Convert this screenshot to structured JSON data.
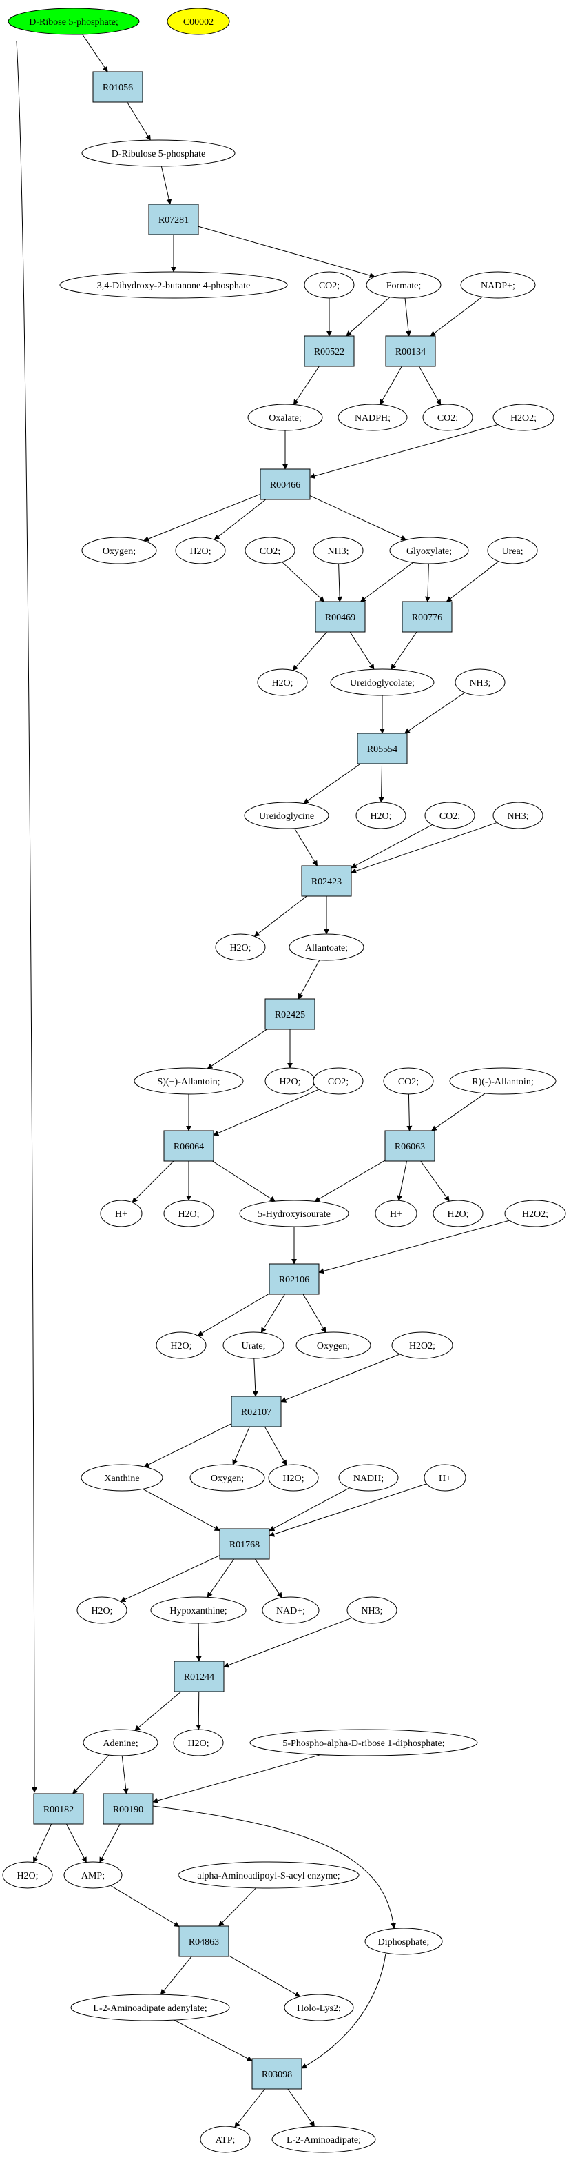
{
  "colors": {
    "compound_fill": "#ffffff",
    "reaction_fill": "#add8e6",
    "start_fill": "#00ff00",
    "highlight_fill": "#ffff00",
    "stroke": "#000000"
  },
  "nodes": [
    {
      "id": "start",
      "label": "D-Ribose 5-phosphate;",
      "kind": "compound",
      "fill": "start"
    },
    {
      "id": "c00002",
      "label": "C00002",
      "kind": "compound",
      "fill": "highlight"
    },
    {
      "id": "r01056",
      "label": "R01056",
      "kind": "reaction"
    },
    {
      "id": "ribose2",
      "label": "D-Ribulose 5-phosphate",
      "kind": "compound"
    },
    {
      "id": "r07281",
      "label": "R07281",
      "kind": "reaction"
    },
    {
      "id": "dhbp",
      "label": "3,4-Dihydroxy-2-butanone 4-phosphate",
      "kind": "compound"
    },
    {
      "id": "formate",
      "label": "Formate;",
      "kind": "compound"
    },
    {
      "id": "co2a",
      "label": "CO2;",
      "kind": "compound"
    },
    {
      "id": "nadpplus",
      "label": "NADP+;",
      "kind": "compound"
    },
    {
      "id": "r00522",
      "label": "R00522",
      "kind": "reaction"
    },
    {
      "id": "r00134",
      "label": "R00134",
      "kind": "reaction"
    },
    {
      "id": "oxalate",
      "label": "Oxalate;",
      "kind": "compound"
    },
    {
      "id": "nadph",
      "label": "NADPH;",
      "kind": "compound"
    },
    {
      "id": "co2b",
      "label": "CO2;",
      "kind": "compound"
    },
    {
      "id": "h2o2a",
      "label": "H2O2;",
      "kind": "compound"
    },
    {
      "id": "r00466",
      "label": "R00466",
      "kind": "reaction"
    },
    {
      "id": "oxygen1",
      "label": "Oxygen;",
      "kind": "compound"
    },
    {
      "id": "h2o1",
      "label": "H2O;",
      "kind": "compound"
    },
    {
      "id": "co2c",
      "label": "CO2;",
      "kind": "compound"
    },
    {
      "id": "nh3a",
      "label": "NH3;",
      "kind": "compound"
    },
    {
      "id": "glyoxylate",
      "label": "Glyoxylate;",
      "kind": "compound"
    },
    {
      "id": "urea",
      "label": "Urea;",
      "kind": "compound"
    },
    {
      "id": "r00469",
      "label": "R00469",
      "kind": "reaction"
    },
    {
      "id": "r00776",
      "label": "R00776",
      "kind": "reaction"
    },
    {
      "id": "h2o2",
      "label": "H2O;",
      "kind": "compound"
    },
    {
      "id": "ureidoglycolate",
      "label": "Ureidoglycolate;",
      "kind": "compound"
    },
    {
      "id": "nh3b",
      "label": "NH3;",
      "kind": "compound"
    },
    {
      "id": "r05554",
      "label": "R05554",
      "kind": "reaction"
    },
    {
      "id": "ureidoglycine",
      "label": "Ureidoglycine",
      "kind": "compound"
    },
    {
      "id": "h2o3",
      "label": "H2O;",
      "kind": "compound"
    },
    {
      "id": "co2d",
      "label": "CO2;",
      "kind": "compound"
    },
    {
      "id": "nh3c",
      "label": "NH3;",
      "kind": "compound"
    },
    {
      "id": "r02423",
      "label": "R02423",
      "kind": "reaction"
    },
    {
      "id": "h2o4",
      "label": "H2O;",
      "kind": "compound"
    },
    {
      "id": "allantoate",
      "label": "Allantoate;",
      "kind": "compound"
    },
    {
      "id": "r02425",
      "label": "R02425",
      "kind": "reaction"
    },
    {
      "id": "sallantoin",
      "label": "S)(+)-Allantoin;",
      "kind": "compound"
    },
    {
      "id": "h2o5",
      "label": "H2O;",
      "kind": "compound"
    },
    {
      "id": "co2e",
      "label": "CO2;",
      "kind": "compound"
    },
    {
      "id": "co2f",
      "label": "CO2;",
      "kind": "compound"
    },
    {
      "id": "rallantoin",
      "label": "R)(-)-Allantoin;",
      "kind": "compound"
    },
    {
      "id": "r06064",
      "label": "R06064",
      "kind": "reaction"
    },
    {
      "id": "r06063",
      "label": "R06063",
      "kind": "reaction"
    },
    {
      "id": "hplus1",
      "label": "H+",
      "kind": "compound"
    },
    {
      "id": "h2o6",
      "label": "H2O;",
      "kind": "compound"
    },
    {
      "id": "hiu",
      "label": "5-Hydroxyisourate",
      "kind": "compound"
    },
    {
      "id": "hplus2",
      "label": "H+",
      "kind": "compound"
    },
    {
      "id": "h2o7",
      "label": "H2O;",
      "kind": "compound"
    },
    {
      "id": "h2o2b",
      "label": "H2O2;",
      "kind": "compound"
    },
    {
      "id": "r02106",
      "label": "R02106",
      "kind": "reaction"
    },
    {
      "id": "h2o8",
      "label": "H2O;",
      "kind": "compound"
    },
    {
      "id": "urate",
      "label": "Urate;",
      "kind": "compound"
    },
    {
      "id": "oxygen2",
      "label": "Oxygen;",
      "kind": "compound"
    },
    {
      "id": "h2o2c",
      "label": "H2O2;",
      "kind": "compound"
    },
    {
      "id": "r02107",
      "label": "R02107",
      "kind": "reaction"
    },
    {
      "id": "xanthine",
      "label": "Xanthine",
      "kind": "compound"
    },
    {
      "id": "oxygen3",
      "label": "Oxygen;",
      "kind": "compound"
    },
    {
      "id": "h2o9",
      "label": "H2O;",
      "kind": "compound"
    },
    {
      "id": "nadh",
      "label": "NADH;",
      "kind": "compound"
    },
    {
      "id": "hplus3",
      "label": "H+",
      "kind": "compound"
    },
    {
      "id": "r01768",
      "label": "R01768",
      "kind": "reaction"
    },
    {
      "id": "h2o10",
      "label": "H2O;",
      "kind": "compound"
    },
    {
      "id": "hypoxanthine",
      "label": "Hypoxanthine;",
      "kind": "compound"
    },
    {
      "id": "nadplus",
      "label": "NAD+;",
      "kind": "compound"
    },
    {
      "id": "nh3d",
      "label": "NH3;",
      "kind": "compound"
    },
    {
      "id": "r01244",
      "label": "R01244",
      "kind": "reaction"
    },
    {
      "id": "adenine",
      "label": "Adenine;",
      "kind": "compound"
    },
    {
      "id": "h2o11",
      "label": "H2O;",
      "kind": "compound"
    },
    {
      "id": "prpp",
      "label": "5-Phospho-alpha-D-ribose 1-diphosphate;",
      "kind": "compound"
    },
    {
      "id": "r00182",
      "label": "R00182",
      "kind": "reaction"
    },
    {
      "id": "r00190",
      "label": "R00190",
      "kind": "reaction"
    },
    {
      "id": "h2o12",
      "label": "H2O;",
      "kind": "compound"
    },
    {
      "id": "amp",
      "label": "AMP;",
      "kind": "compound"
    },
    {
      "id": "aaasenz",
      "label": "alpha-Aminoadipoyl-S-acyl enzyme;",
      "kind": "compound"
    },
    {
      "id": "diphosphate",
      "label": "Diphosphate;",
      "kind": "compound"
    },
    {
      "id": "r04863",
      "label": "R04863",
      "kind": "reaction"
    },
    {
      "id": "laad",
      "label": "L-2-Aminoadipate adenylate;",
      "kind": "compound"
    },
    {
      "id": "holo",
      "label": "Holo-Lys2;",
      "kind": "compound"
    },
    {
      "id": "r03098",
      "label": "R03098",
      "kind": "reaction"
    },
    {
      "id": "atp",
      "label": "ATP;",
      "kind": "compound"
    },
    {
      "id": "laa",
      "label": "L-2-Aminoadipate;",
      "kind": "compound"
    }
  ],
  "edges": [
    [
      "start",
      "r01056"
    ],
    [
      "start",
      "r00182"
    ],
    [
      "r01056",
      "ribose2"
    ],
    [
      "ribose2",
      "r07281"
    ],
    [
      "r07281",
      "dhbp"
    ],
    [
      "r07281",
      "formate"
    ],
    [
      "co2a",
      "r00522"
    ],
    [
      "formate",
      "r00522"
    ],
    [
      "formate",
      "r00134"
    ],
    [
      "nadpplus",
      "r00134"
    ],
    [
      "r00522",
      "oxalate"
    ],
    [
      "r00134",
      "nadph"
    ],
    [
      "r00134",
      "co2b"
    ],
    [
      "oxalate",
      "r00466"
    ],
    [
      "h2o2a",
      "r00466"
    ],
    [
      "r00466",
      "oxygen1"
    ],
    [
      "r00466",
      "h2o1"
    ],
    [
      "r00466",
      "glyoxylate"
    ],
    [
      "co2c",
      "r00469"
    ],
    [
      "nh3a",
      "r00469"
    ],
    [
      "glyoxylate",
      "r00469"
    ],
    [
      "glyoxylate",
      "r00776"
    ],
    [
      "urea",
      "r00776"
    ],
    [
      "r00469",
      "h2o2"
    ],
    [
      "r00469",
      "ureidoglycolate"
    ],
    [
      "r00776",
      "ureidoglycolate"
    ],
    [
      "ureidoglycolate",
      "r05554"
    ],
    [
      "nh3b",
      "r05554"
    ],
    [
      "r05554",
      "ureidoglycine"
    ],
    [
      "r05554",
      "h2o3"
    ],
    [
      "ureidoglycine",
      "r02423"
    ],
    [
      "co2d",
      "r02423"
    ],
    [
      "nh3c",
      "r02423"
    ],
    [
      "r02423",
      "h2o4"
    ],
    [
      "r02423",
      "allantoate"
    ],
    [
      "allantoate",
      "r02425"
    ],
    [
      "r02425",
      "sallantoin"
    ],
    [
      "r02425",
      "h2o5"
    ],
    [
      "sallantoin",
      "r06064"
    ],
    [
      "co2e",
      "r06064"
    ],
    [
      "co2f",
      "r06063"
    ],
    [
      "rallantoin",
      "r06063"
    ],
    [
      "r06064",
      "hplus1"
    ],
    [
      "r06064",
      "h2o6"
    ],
    [
      "r06064",
      "hiu"
    ],
    [
      "r06063",
      "hiu"
    ],
    [
      "r06063",
      "hplus2"
    ],
    [
      "r06063",
      "h2o7"
    ],
    [
      "hiu",
      "r02106"
    ],
    [
      "h2o2b",
      "r02106"
    ],
    [
      "r02106",
      "h2o8"
    ],
    [
      "r02106",
      "urate"
    ],
    [
      "r02106",
      "oxygen2"
    ],
    [
      "urate",
      "r02107"
    ],
    [
      "h2o2c",
      "r02107"
    ],
    [
      "r02107",
      "xanthine"
    ],
    [
      "r02107",
      "oxygen3"
    ],
    [
      "r02107",
      "h2o9"
    ],
    [
      "xanthine",
      "r01768"
    ],
    [
      "nadh",
      "r01768"
    ],
    [
      "hplus3",
      "r01768"
    ],
    [
      "r01768",
      "h2o10"
    ],
    [
      "r01768",
      "hypoxanthine"
    ],
    [
      "r01768",
      "nadplus"
    ],
    [
      "hypoxanthine",
      "r01244"
    ],
    [
      "nh3d",
      "r01244"
    ],
    [
      "r01244",
      "adenine"
    ],
    [
      "r01244",
      "h2o11"
    ],
    [
      "adenine",
      "r00182"
    ],
    [
      "adenine",
      "r00190"
    ],
    [
      "prpp",
      "r00190"
    ],
    [
      "r00182",
      "h2o12"
    ],
    [
      "r00182",
      "amp"
    ],
    [
      "r00190",
      "amp"
    ],
    [
      "r00190",
      "diphosphate"
    ],
    [
      "amp",
      "r04863"
    ],
    [
      "aaasenz",
      "r04863"
    ],
    [
      "r04863",
      "laad"
    ],
    [
      "r04863",
      "holo"
    ],
    [
      "laad",
      "r03098"
    ],
    [
      "diphosphate",
      "r03098"
    ],
    [
      "r03098",
      "atp"
    ],
    [
      "r03098",
      "laa"
    ]
  ]
}
